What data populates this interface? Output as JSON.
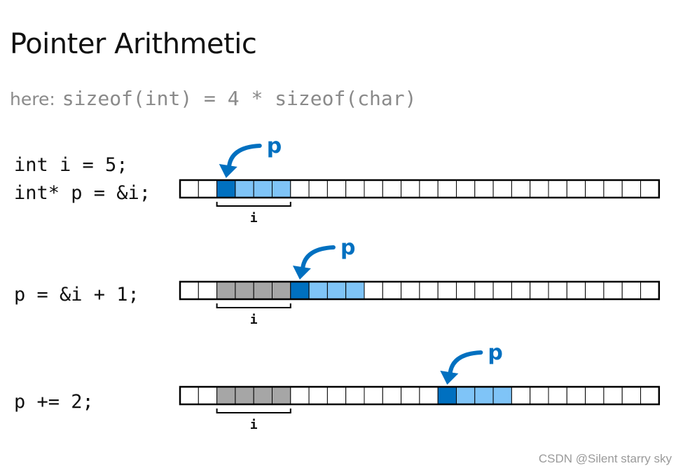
{
  "title": "Pointer Arithmetic",
  "subtitle": {
    "prefix": "here:",
    "code": "sizeof(int) = 4 * sizeof(char)"
  },
  "code": {
    "row1_line1": "int i = 5;",
    "row1_line2": "int* p = &i;",
    "row2": "p = &i + 1;",
    "row3": "p += 2;"
  },
  "memory": {
    "cell_count": 26,
    "rows": [
      {
        "pointer_index": 2,
        "int_start": 2,
        "highlight": [
          2,
          3,
          4,
          5
        ],
        "gray": []
      },
      {
        "pointer_index": 6,
        "int_start": 2,
        "highlight": [
          6,
          7,
          8,
          9
        ],
        "gray": [
          2,
          3,
          4,
          5
        ]
      },
      {
        "pointer_index": 14,
        "int_start": 2,
        "highlight": [
          14,
          15,
          16,
          17
        ],
        "gray": [
          2,
          3,
          4,
          5
        ]
      }
    ]
  },
  "labels": {
    "pointer": "p",
    "int_var": "i"
  },
  "colors": {
    "pointer_cell": "#0070c0",
    "int_cells": "#7fc4f7",
    "old_cells": "#a6a6a6",
    "arrow": "#0070c0"
  },
  "watermark": "CSDN @Silent starry sky"
}
